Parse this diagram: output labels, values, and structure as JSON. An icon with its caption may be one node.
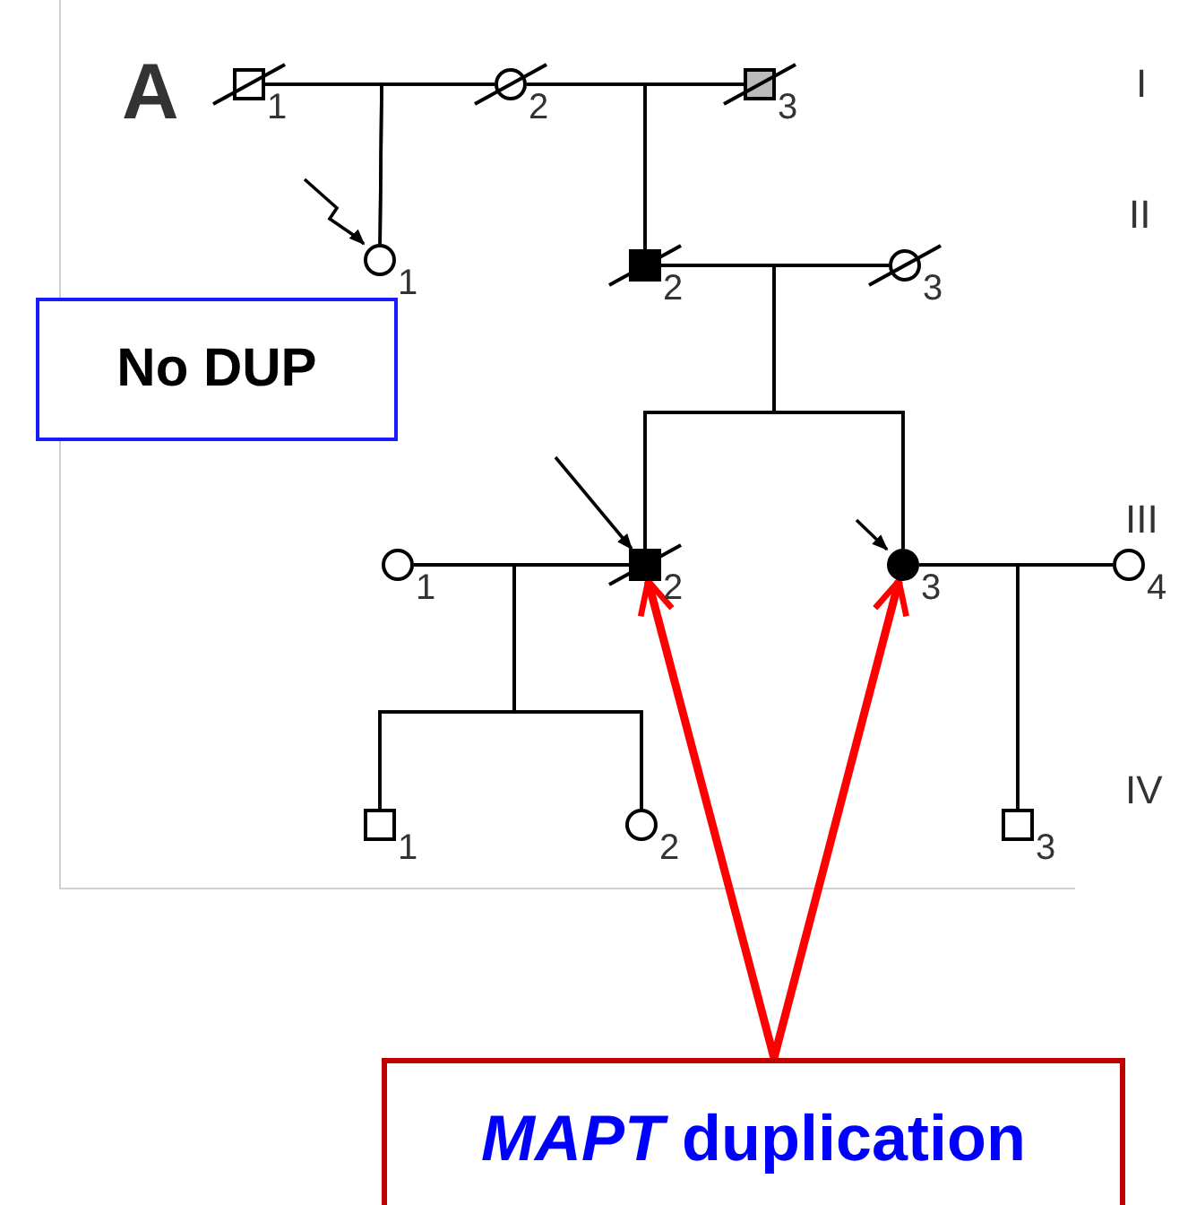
{
  "diagram": {
    "nodes": [
      {
        "text": [],
        "shape": "box",
        "beside": [
          "1"
        ]
      },
      {
        "text": [],
        "shape": "circle",
        "beside": [
          "2"
        ]
      },
      {
        "text": [],
        "shape": "box",
        "beside": [
          "3"
        ]
      },
      {
        "text": [],
        "shape": "circle",
        "beside": [
          "1"
        ]
      },
      {
        "text": [],
        "shape": "box",
        "beside": [
          "2"
        ]
      },
      {
        "text": [],
        "shape": "circle",
        "beside": [
          "3"
        ]
      },
      {
        "text": [],
        "shape": "circle",
        "beside": [
          "1"
        ]
      },
      {
        "text": [],
        "shape": "box",
        "beside": [
          "2"
        ]
      },
      {
        "text": [],
        "shape": "circle",
        "beside": [
          "3"
        ]
      },
      {
        "text": [],
        "shape": "circle",
        "beside": [
          "4"
        ]
      },
      {
        "text": [],
        "shape": "box",
        "beside": [
          "1"
        ]
      },
      {
        "text": [],
        "shape": "circle",
        "beside": [
          "2"
        ]
      },
      {
        "text": [],
        "shape": "box",
        "beside": [
          "3"
        ]
      },
      {
        "text": [
          "No DUP"
        ]
      },
      {
        "text": [
          "*MAPT* duplication"
        ]
      }
    ],
    "edges": [
      {
        "from": 0,
        "to": 1,
        "arrow": "none"
      },
      {
        "from": 1,
        "to": 2,
        "arrow": "none"
      },
      {
        "from": 0,
        "to": 3,
        "arrow": "none"
      },
      {
        "from": 1,
        "to": 3,
        "arrow": "none"
      },
      {
        "from": 1,
        "to": 4,
        "arrow": "none"
      },
      {
        "from": 2,
        "to": 4,
        "arrow": "none"
      },
      {
        "from": 4,
        "to": 5,
        "arrow": "none"
      },
      {
        "from": 4,
        "to": 7,
        "arrow": "none"
      },
      {
        "from": 5,
        "to": 7,
        "arrow": "none"
      },
      {
        "from": 4,
        "to": 8,
        "arrow": "none"
      },
      {
        "from": 5,
        "to": 8,
        "arrow": "none"
      },
      {
        "from": 6,
        "to": 7,
        "arrow": "none"
      },
      {
        "from": 6,
        "to": 10,
        "arrow": "none"
      },
      {
        "from": 7,
        "to": 10,
        "arrow": "none"
      },
      {
        "from": 6,
        "to": 11,
        "arrow": "none"
      },
      {
        "from": 7,
        "to": 11,
        "arrow": "none"
      },
      {
        "from": 8,
        "to": 9,
        "arrow": "none"
      },
      {
        "from": 8,
        "to": 12,
        "arrow": "none"
      },
      {
        "from": 9,
        "to": 12,
        "arrow": "none"
      },
      {
        "from": null,
        "to": 3,
        "arrow": "to"
      },
      {
        "from": null,
        "to": 7,
        "arrow": "to"
      },
      {
        "from": null,
        "to": 8,
        "arrow": "to"
      },
      {
        "from": 14,
        "to": 7,
        "arrow": "to",
        "style": "thick",
        "color": "#ff0000"
      },
      {
        "from": 14,
        "to": 8,
        "arrow": "to",
        "style": "thick",
        "color": "#ff0000"
      }
    ],
    "labels": [
      "A",
      "I",
      "II",
      "III",
      "IV"
    ]
  }
}
